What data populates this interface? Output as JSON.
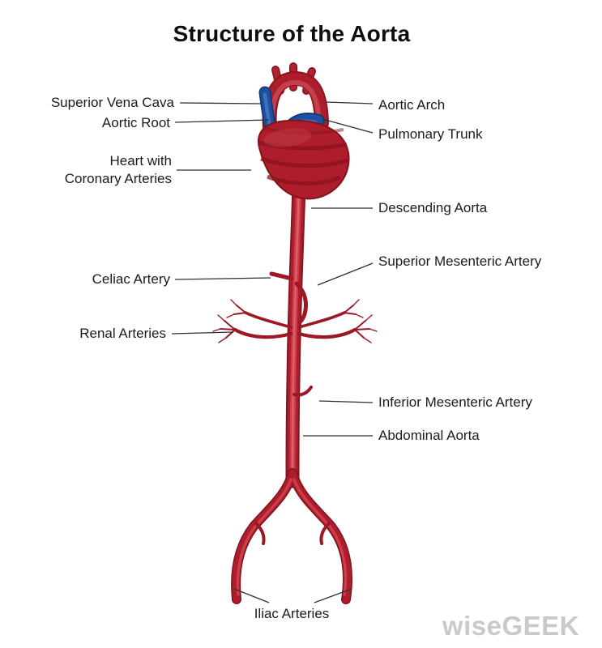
{
  "title": "Structure of the Aorta",
  "watermark": "wiseGEEK",
  "labels": {
    "superior_vena_cava": "Superior Vena Cava",
    "aortic_root": "Aortic Root",
    "heart_line1": "Heart with",
    "heart_line2": "Coronary Arteries",
    "aortic_arch": "Aortic Arch",
    "pulmonary_trunk": "Pulmonary Trunk",
    "descending_aorta": "Descending Aorta",
    "superior_mesenteric_artery": "Superior Mesenteric Artery",
    "celiac_artery": "Celiac Artery",
    "renal_arteries": "Renal Arteries",
    "inferior_mesenteric_artery": "Inferior Mesenteric Artery",
    "abdominal_aorta": "Abdominal Aorta",
    "iliac_arteries": "Iliac Arteries"
  },
  "colors": {
    "artery_red": "#ad1d2b",
    "artery_red_dark": "#7f1420",
    "artery_red_light": "#cb3d49",
    "vein_blue": "#1d50a0",
    "vein_blue_dark": "#123a73",
    "label_text": "#1b1b1b",
    "leader_line": "#2f2f2f",
    "watermark_gray": "#c9c9c9"
  }
}
